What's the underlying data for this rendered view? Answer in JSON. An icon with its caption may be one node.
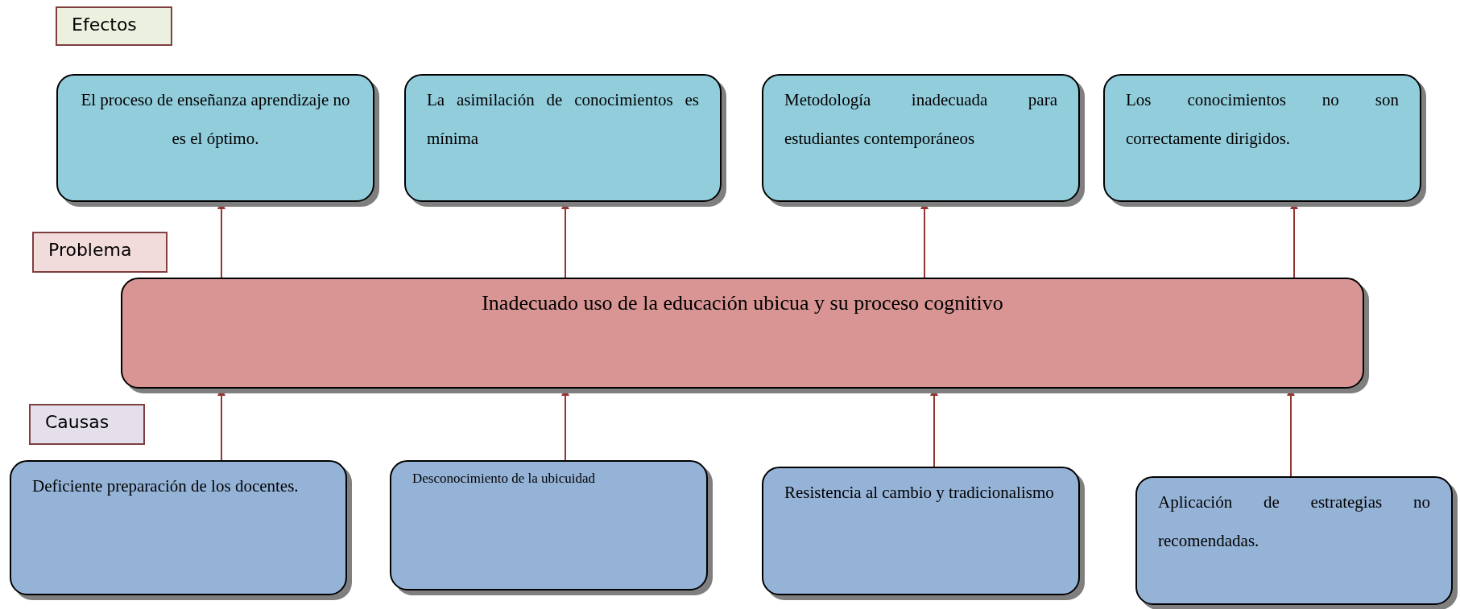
{
  "diagram": {
    "nodes": [
      {
        "text": [
          "Efectos"
        ]
      },
      {
        "text": [
          "El proceso de enseñanza aprendizaje no es el óptimo."
        ]
      },
      {
        "text": [
          "La asimilación de conocimientos es mínima"
        ]
      },
      {
        "text": [
          "Metodología inadecuada para estudiantes contemporáneos"
        ]
      },
      {
        "text": [
          "Los conocimientos no son correctamente dirigidos."
        ]
      },
      {
        "text": [
          "Problema"
        ]
      },
      {
        "text": [
          "Inadecuado uso de la educación ubicua y su proceso cognitivo"
        ]
      },
      {
        "text": [
          "Causas"
        ]
      },
      {
        "text": [
          "Deficiente preparación de los docentes."
        ]
      },
      {
        "text": [
          "Desconocimiento de la ubicuidad"
        ]
      },
      {
        "text": [
          "Resistencia al cambio y tradicionalismo"
        ]
      },
      {
        "text": [
          "Aplicación de estrategias no recomendadas."
        ]
      }
    ],
    "edges": [
      {
        "from": 6,
        "to": 1,
        "arrow": "to"
      },
      {
        "from": 6,
        "to": 2,
        "arrow": "to"
      },
      {
        "from": 6,
        "to": 3,
        "arrow": "to"
      },
      {
        "from": 6,
        "to": 4,
        "arrow": "to"
      },
      {
        "from": 8,
        "to": 6,
        "arrow": "to"
      },
      {
        "from": 9,
        "to": 6,
        "arrow": "to"
      },
      {
        "from": 10,
        "to": 6,
        "arrow": "to"
      },
      {
        "from": 11,
        "to": 6,
        "arrow": "to"
      }
    ]
  }
}
